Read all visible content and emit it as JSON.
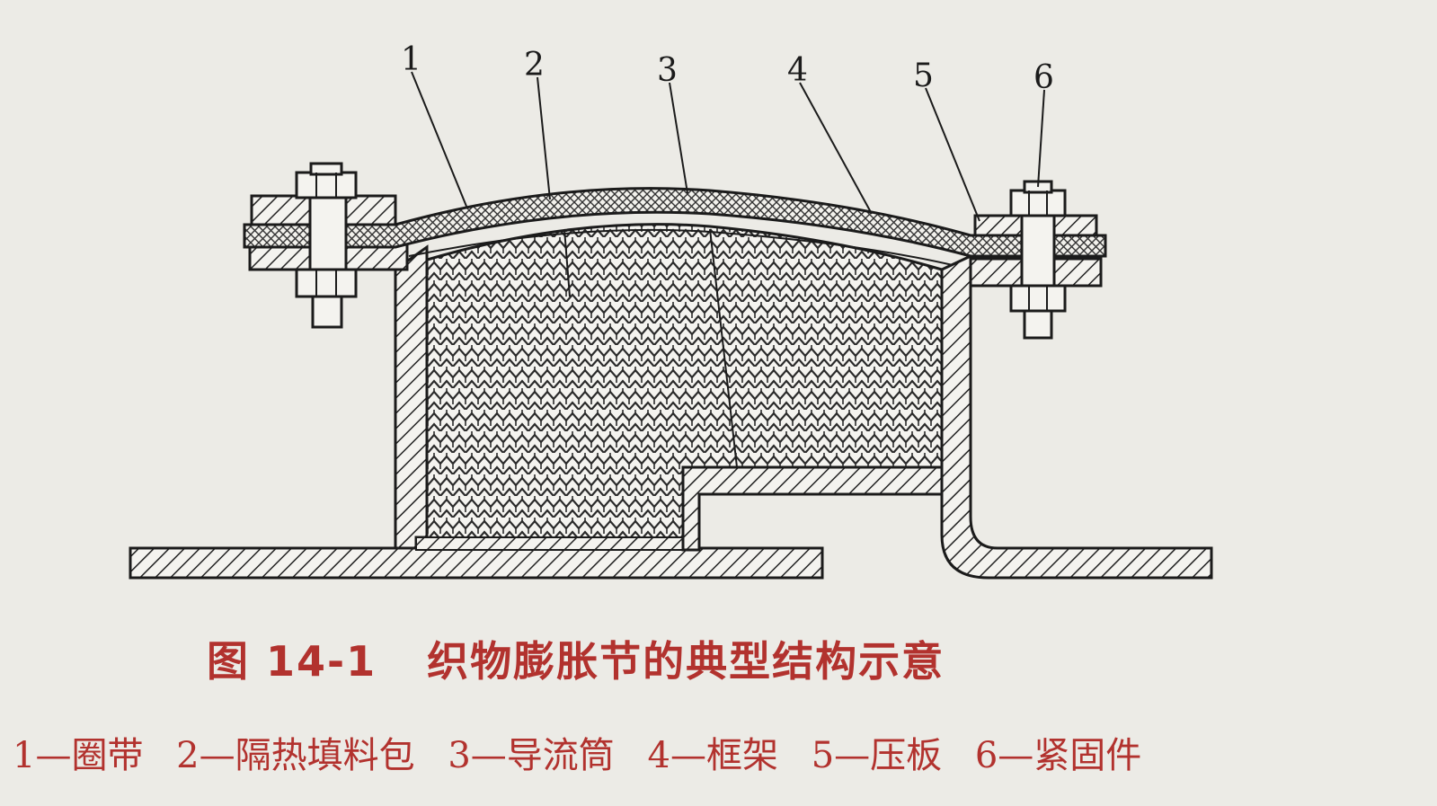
{
  "figure": {
    "callouts": [
      "1",
      "2",
      "3",
      "4",
      "5",
      "6"
    ],
    "caption": {
      "number": "图 14-1",
      "title": "织物膨胀节的典型结构示意"
    },
    "legend": [
      "1—圈带",
      "2—隔热填料包",
      "3—导流筒",
      "4—框架",
      "5—压板",
      "6—紧固件"
    ]
  },
  "colors": {
    "caption": "#b2322e",
    "ink": "#1b1b1b",
    "paper": "#ecebe6"
  }
}
